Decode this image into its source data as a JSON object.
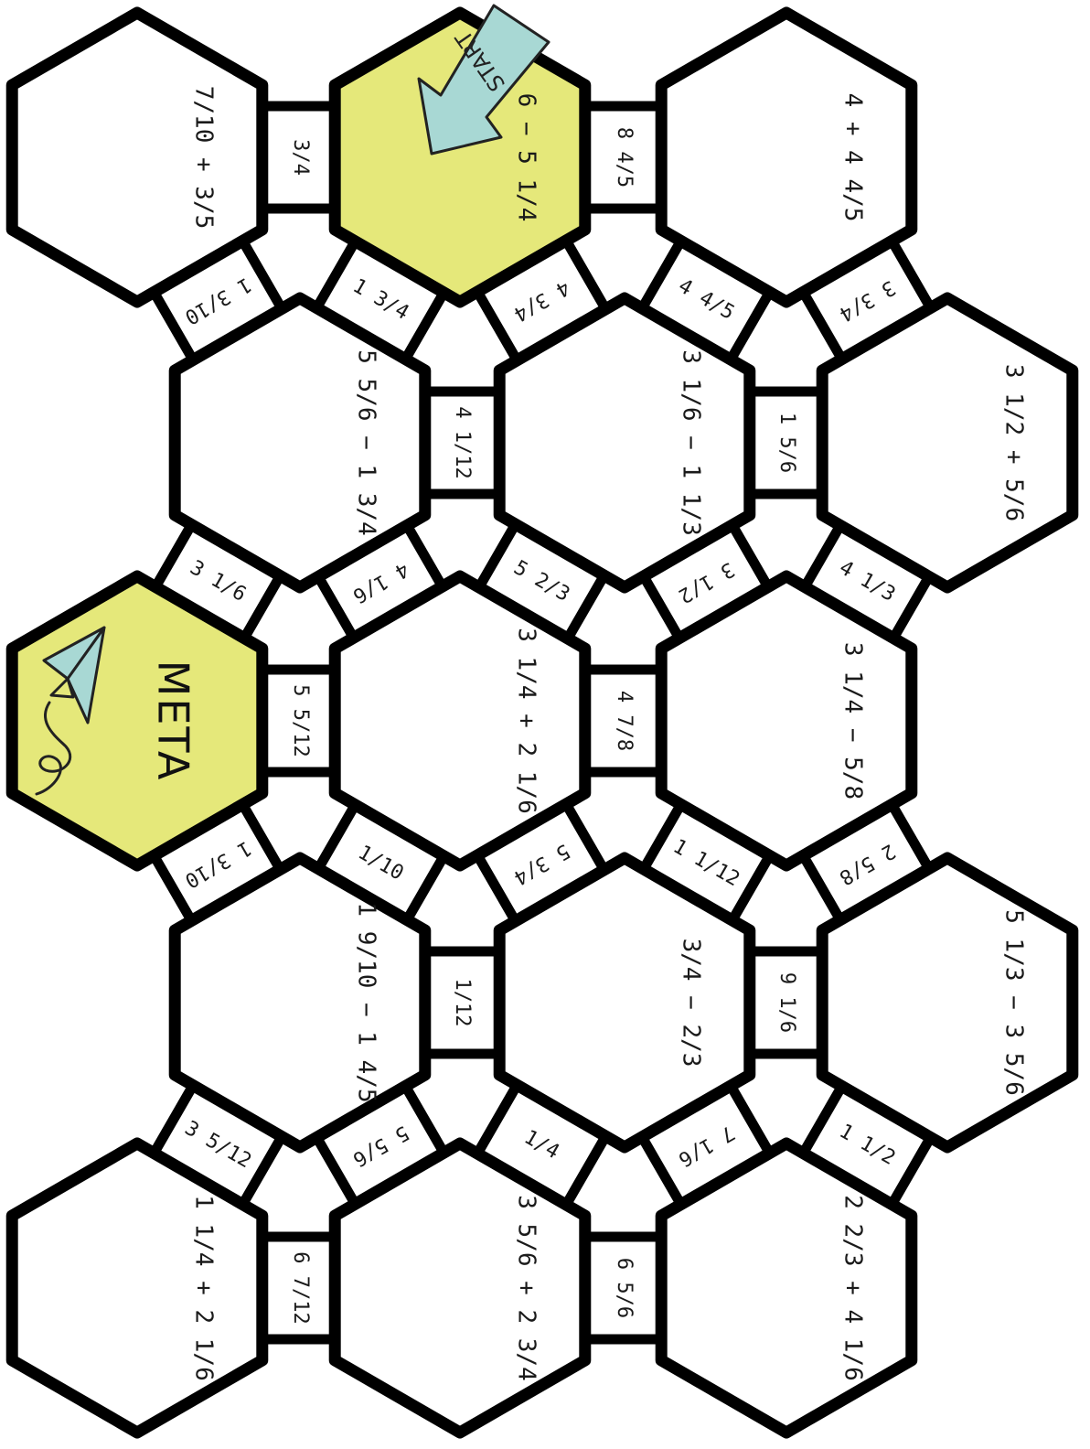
{
  "colors": {
    "highlight": "#e5e87a",
    "arrow": "#a8d8d4",
    "plane": "#a8d8d4",
    "stroke": "#000000"
  },
  "icons": {
    "start_arrow": "start-arrow-icon",
    "paper_plane": "paper-plane-icon"
  },
  "start": {
    "label": "START"
  },
  "hexes": [
    {
      "id": "h-r0c0",
      "label": "7/10 + 3/5",
      "highlight": false
    },
    {
      "id": "h-r0c1",
      "label": "6 − 5 1/4",
      "highlight": true
    },
    {
      "id": "h-r0c2",
      "label": "4 + 4 4/5",
      "highlight": false
    },
    {
      "id": "h-r1c0",
      "label": "5 5/6 − 1 3/4",
      "highlight": false
    },
    {
      "id": "h-r1c1",
      "label": "3 1/6 − 1 1/3",
      "highlight": false
    },
    {
      "id": "h-r1c2",
      "label": "3 1/2 + 5/6",
      "highlight": false
    },
    {
      "id": "h-r2c0",
      "label": "META",
      "highlight": true
    },
    {
      "id": "h-r2c1",
      "label": "3 1/4 + 2 1/6",
      "highlight": false
    },
    {
      "id": "h-r2c2",
      "label": "3 1/4 − 5/8",
      "highlight": false
    },
    {
      "id": "h-r3c0",
      "label": "1 9/10 − 1 4/5",
      "highlight": false
    },
    {
      "id": "h-r3c1",
      "label": "3/4 − 2/3",
      "highlight": false
    },
    {
      "id": "h-r3c2",
      "label": "5 1/3 − 3 5/6",
      "highlight": false
    },
    {
      "id": "h-r4c0",
      "label": "1 1/4 + 2 1/6",
      "highlight": false
    },
    {
      "id": "h-r4c1",
      "label": "3 5/6 + 2 3/4",
      "highlight": false
    },
    {
      "id": "h-r4c2",
      "label": "2 2/3 + 4 1/6",
      "highlight": false
    }
  ],
  "connectors": [
    {
      "id": "c-r0-a",
      "label": "3/4"
    },
    {
      "id": "c-r0-b",
      "label": "8 4/5"
    },
    {
      "id": "c-d0-1",
      "label": "1 3/10"
    },
    {
      "id": "c-d0-2",
      "label": "1 3/4"
    },
    {
      "id": "c-d0-3",
      "label": "4 3/4"
    },
    {
      "id": "c-d0-4",
      "label": "4 4/5"
    },
    {
      "id": "c-d0-5",
      "label": "3 3/4"
    },
    {
      "id": "c-r1-a",
      "label": "4 1/12"
    },
    {
      "id": "c-r1-b",
      "label": "1 5/6"
    },
    {
      "id": "c-d1-1",
      "label": "3 1/6"
    },
    {
      "id": "c-d1-2",
      "label": "4 1/6"
    },
    {
      "id": "c-d1-3",
      "label": "5 2/3"
    },
    {
      "id": "c-d1-4",
      "label": "3 1/2"
    },
    {
      "id": "c-d1-5",
      "label": "4 1/3"
    },
    {
      "id": "c-r2-a",
      "label": "5 5/12"
    },
    {
      "id": "c-r2-b",
      "label": "4 7/8"
    },
    {
      "id": "c-d2-1",
      "label": "1 3/10"
    },
    {
      "id": "c-d2-2",
      "label": "1/10"
    },
    {
      "id": "c-d2-3",
      "label": "5 3/4"
    },
    {
      "id": "c-d2-4",
      "label": "1 1/12"
    },
    {
      "id": "c-d2-5",
      "label": "2 5/8"
    },
    {
      "id": "c-r3-a",
      "label": "1/12"
    },
    {
      "id": "c-r3-b",
      "label": "9 1/6"
    },
    {
      "id": "c-d3-1",
      "label": "3 5/12"
    },
    {
      "id": "c-d3-2",
      "label": "5 5/6"
    },
    {
      "id": "c-d3-3",
      "label": "1/4"
    },
    {
      "id": "c-d3-4",
      "label": "7 1/6"
    },
    {
      "id": "c-d3-5",
      "label": "1 1/2"
    },
    {
      "id": "c-r4-a",
      "label": "6 7/12"
    },
    {
      "id": "c-r4-b",
      "label": "6 5/6"
    }
  ]
}
